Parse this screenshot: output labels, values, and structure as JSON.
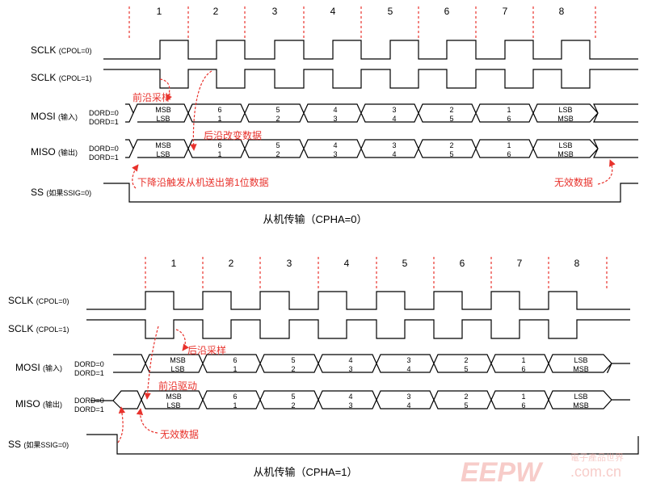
{
  "accent_color": "#e8322c",
  "line_color": "#000000",
  "watermark_color": "#f2a49e",
  "diagrams": [
    {
      "caption": "从机传输（CPHA=0）",
      "bit_numbers": [
        "1",
        "2",
        "3",
        "4",
        "5",
        "6",
        "7",
        "8"
      ],
      "signals": {
        "sclk0": {
          "name": "SCLK",
          "sub": "(CPOL=0)"
        },
        "sclk1": {
          "name": "SCLK",
          "sub": "(CPOL=1)"
        },
        "mosi": {
          "name": "MOSI",
          "sub": "(输入)"
        },
        "miso": {
          "name": "MISO",
          "sub": "(输出)"
        },
        "ss": {
          "name": "SS",
          "sub": "(如果SSIG=0)"
        }
      },
      "dord": [
        "DORD=0",
        "DORD=1"
      ],
      "bits_dord0": [
        "MSB",
        "6",
        "5",
        "4",
        "3",
        "2",
        "1",
        "LSB"
      ],
      "bits_dord1": [
        "LSB",
        "1",
        "2",
        "3",
        "4",
        "5",
        "6",
        "MSB"
      ],
      "notes": [
        "前沿采样",
        "后沿改变数据",
        "下降沿触发从机送出第1位数据",
        "无效数据"
      ]
    },
    {
      "caption": "从机传输（CPHA=1）",
      "bit_numbers": [
        "1",
        "2",
        "3",
        "4",
        "5",
        "6",
        "7",
        "8"
      ],
      "signals": {
        "sclk0": {
          "name": "SCLK",
          "sub": "(CPOL=0)"
        },
        "sclk1": {
          "name": "SCLK",
          "sub": "(CPOL=1)"
        },
        "mosi": {
          "name": "MOSI",
          "sub": "(输入)"
        },
        "miso": {
          "name": "MISO",
          "sub": "(输出)"
        },
        "ss": {
          "name": "SS",
          "sub": "(如果SSIG=0)"
        }
      },
      "dord": [
        "DORD=0",
        "DORD=1"
      ],
      "bits_dord0": [
        "MSB",
        "6",
        "5",
        "4",
        "3",
        "2",
        "1",
        "LSB"
      ],
      "bits_dord1": [
        "LSB",
        "1",
        "2",
        "3",
        "4",
        "5",
        "6",
        "MSB"
      ],
      "notes": [
        "后沿采样",
        "前沿驱动",
        "无效数据"
      ]
    }
  ],
  "watermark": {
    "logo": "EEPW",
    "cn": "電子產品世界",
    "domain": ".com.cn"
  }
}
